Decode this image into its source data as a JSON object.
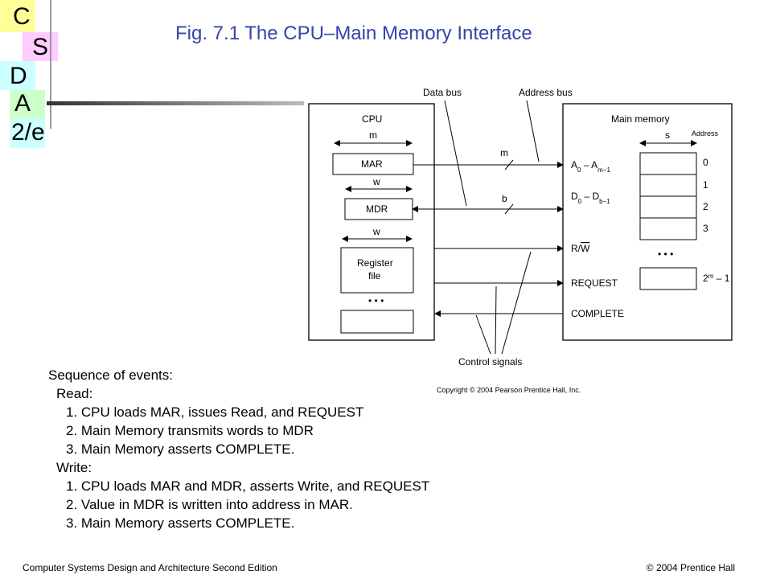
{
  "logo": {
    "letters": [
      "C",
      "S",
      "D",
      "A",
      "2/e"
    ],
    "colors": {
      "yellow": "#ffff99",
      "pink": "#ffccff",
      "cyan": "#ccffff",
      "green": "#ccffcc"
    }
  },
  "title": "Fig. 7.1   The CPU–Main Memory Interface",
  "diagram": {
    "cpu_label": "CPU",
    "main_memory_label": "Main memory",
    "address_header": "Address",
    "data_bus_label": "Data bus",
    "address_bus_label": "Address bus",
    "control_signals_label": "Control signals",
    "mar_label": "MAR",
    "mdr_label": "MDR",
    "register_file_label_1": "Register",
    "register_file_label_2": "file",
    "width_m": "m",
    "width_w": "w",
    "width_s": "s",
    "bus_m": "m",
    "bus_b": "b",
    "signal_rw": "R/W",
    "signal_request": "REQUEST",
    "signal_complete": "COMPLETE",
    "address_lines": "A0 – Am−1",
    "data_lines": "D0 – Db−1",
    "addresses": [
      "0",
      "1",
      "2",
      "3"
    ],
    "last_address": "2m – 1",
    "ellipsis": "• • •",
    "copyright": "Copyright © 2004 Pearson Prentice Hall, Inc."
  },
  "events": {
    "heading": "Sequence of events:",
    "read_label": "Read:",
    "read_steps": [
      "1. CPU loads MAR, issues Read, and REQUEST",
      "2. Main Memory transmits words to MDR",
      "3. Main Memory asserts COMPLETE."
    ],
    "write_label": "Write:",
    "write_steps": [
      "1. CPU loads MAR and MDR, asserts Write, and REQUEST",
      "2. Value in MDR is written into address in MAR.",
      "3. Main Memory asserts COMPLETE."
    ]
  },
  "footer": {
    "left": "Computer Systems Design and Architecture Second Edition",
    "right": "© 2004 Prentice Hall"
  }
}
